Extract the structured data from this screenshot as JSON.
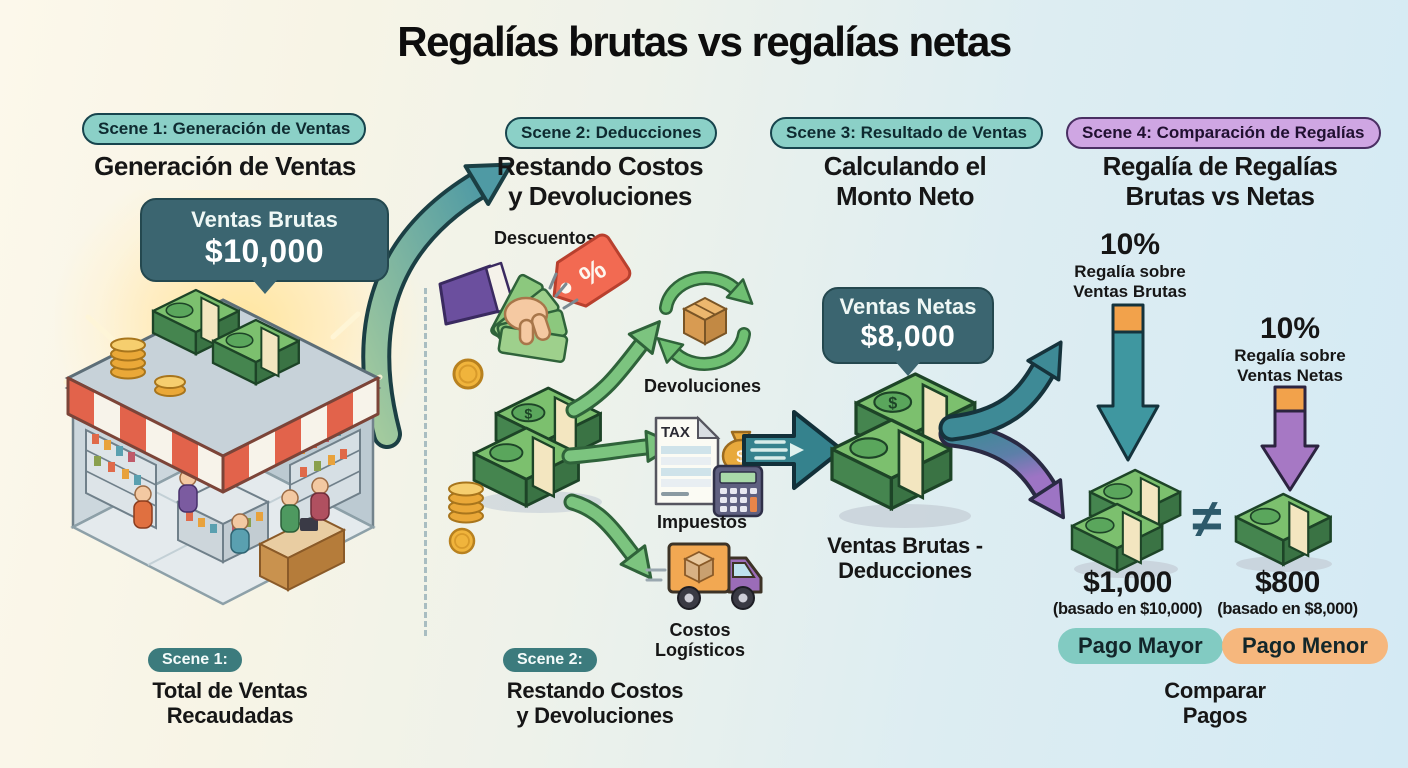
{
  "title": "Regalías brutas vs regalías netas",
  "colors": {
    "scene_pill_teal": "#8bd0c7",
    "scene_pill_purple": "#cfa6e3",
    "bubble_dark_teal": "#3b6570",
    "arrow_teal": "#3f97a0",
    "arrow_purple": "#a678c4",
    "arrow_cap_orange": "#f2a24b",
    "pago_mayor_bg": "#82cbc2",
    "pago_menor_bg": "#f6b77d",
    "money_green": "#7cc06e",
    "discount_tag_red": "#f26a52"
  },
  "scene1": {
    "badge": "Scene 1: Generación de Ventas",
    "heading": "Generación de Ventas",
    "bubble_label": "Ventas Brutas",
    "bubble_value": "$10,000",
    "footer_badge": "Scene 1:",
    "footer_caption": "Total de Ventas\nRecaudadas"
  },
  "scene2": {
    "badge": "Scene 2: Deducciones",
    "heading": "Restando Costos\ny Devoluciones",
    "label_descuentos": "Descuentos",
    "label_devoluciones": "Devoluciones",
    "label_impuestos": "Impuestos",
    "label_costos": "Costos\nLogísticos",
    "tax_text": "TAX",
    "percent_sign": "%",
    "footer_badge": "Scene 2:",
    "footer_caption": "Restando Costos\ny Devoluciones"
  },
  "scene3": {
    "badge": "Scene 3: Resultado de Ventas",
    "heading": "Calculando el\nMonto Neto",
    "bubble_label": "Ventas Netas",
    "bubble_value": "$8,000",
    "caption": "Ventas Brutas -\nDeducciones"
  },
  "scene4": {
    "badge": "Scene 4: Comparación de Regalías",
    "heading": "Regalía de Regalías\nBrutas vs Netas",
    "gross": {
      "percent": "10%",
      "label": "Regalía sobre\nVentas Brutas",
      "amount": "$1,000",
      "basis": "(basado en $10,000)",
      "pill": "Pago Mayor"
    },
    "net": {
      "percent": "10%",
      "label": "Regalía sobre\nVentas Netas",
      "amount": "$800",
      "basis": "(basado en $8,000)",
      "pill": "Pago Menor"
    },
    "not_equal": "≠",
    "caption": "Comparar\nPagos"
  },
  "icons": {
    "dollar": "$"
  }
}
